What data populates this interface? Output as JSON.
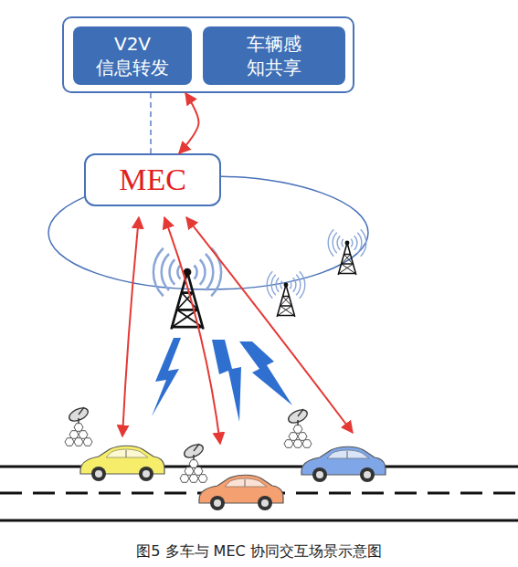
{
  "diagram": {
    "caption": "图5 多车与 MEC 协同交互场景示意图",
    "nodes": [
      {
        "text": []
      },
      {
        "text": [
          "V2V 信息转发"
        ],
        "in": 0
      },
      {
        "text": [
          "车辆感知共享"
        ],
        "in": 0
      },
      {
        "text": [
          "MEC"
        ]
      }
    ],
    "edges": [
      {
        "from": 0,
        "to": 3,
        "arrow": "none"
      },
      {
        "from": 3,
        "to": 0,
        "arrow": "both"
      }
    ]
  }
}
